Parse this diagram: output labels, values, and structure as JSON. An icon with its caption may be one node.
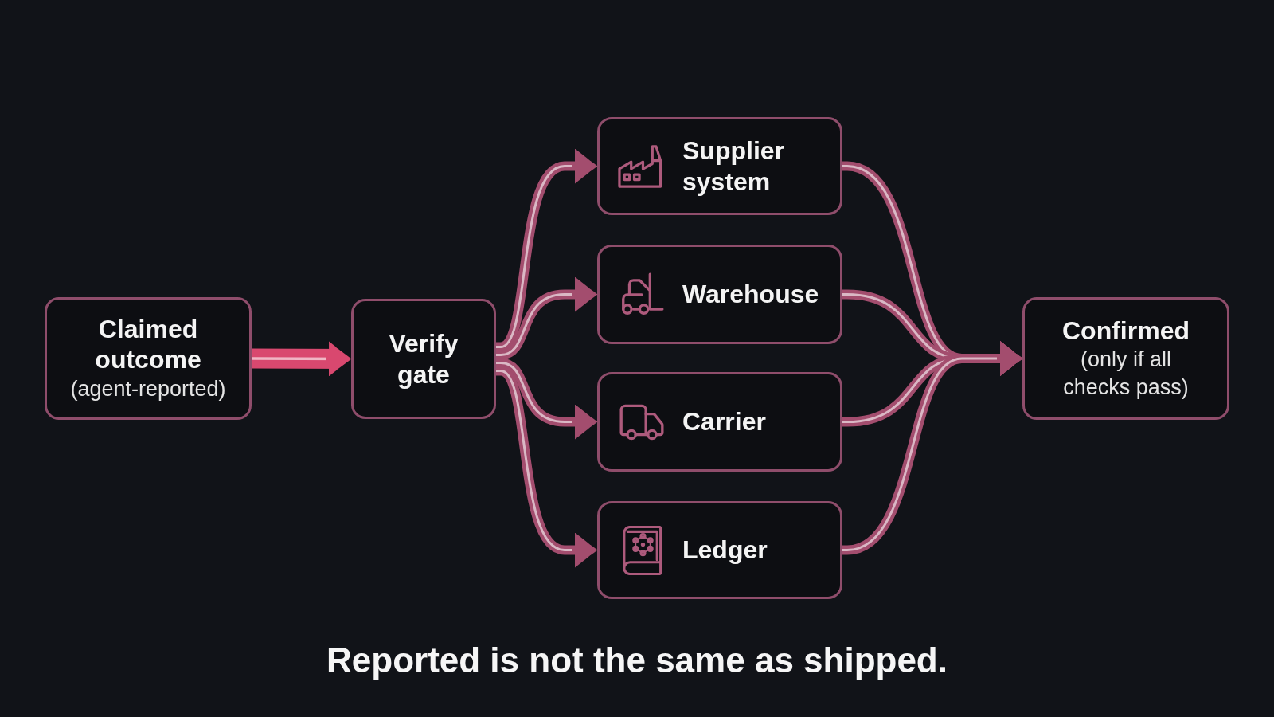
{
  "diagram": {
    "caption": "Reported is not the same as shipped.",
    "nodes": [
      {
        "text": [
          "Claimed outcome",
          "(agent-reported)"
        ]
      },
      {
        "text": [
          "Verify gate"
        ]
      },
      {
        "text": [
          "Supplier system"
        ]
      },
      {
        "text": [
          "Warehouse"
        ]
      },
      {
        "text": [
          "Carrier"
        ]
      },
      {
        "text": [
          "Ledger"
        ]
      },
      {
        "text": [
          "Confirmed",
          "(only if all checks pass)"
        ]
      }
    ],
    "edges": [
      {
        "from": 0,
        "to": 1,
        "arrow": "to",
        "style": "thick",
        "color": "#d9486f"
      },
      {
        "from": 1,
        "to": 2,
        "arrow": "to"
      },
      {
        "from": 1,
        "to": 3,
        "arrow": "to"
      },
      {
        "from": 1,
        "to": 4,
        "arrow": "to"
      },
      {
        "from": 1,
        "to": 5,
        "arrow": "to"
      },
      {
        "from": 2,
        "to": 6,
        "arrow": "to"
      },
      {
        "from": 3,
        "to": 6,
        "arrow": "to"
      },
      {
        "from": 4,
        "to": 6,
        "arrow": "to"
      },
      {
        "from": 5,
        "to": 6,
        "arrow": "to"
      }
    ]
  }
}
